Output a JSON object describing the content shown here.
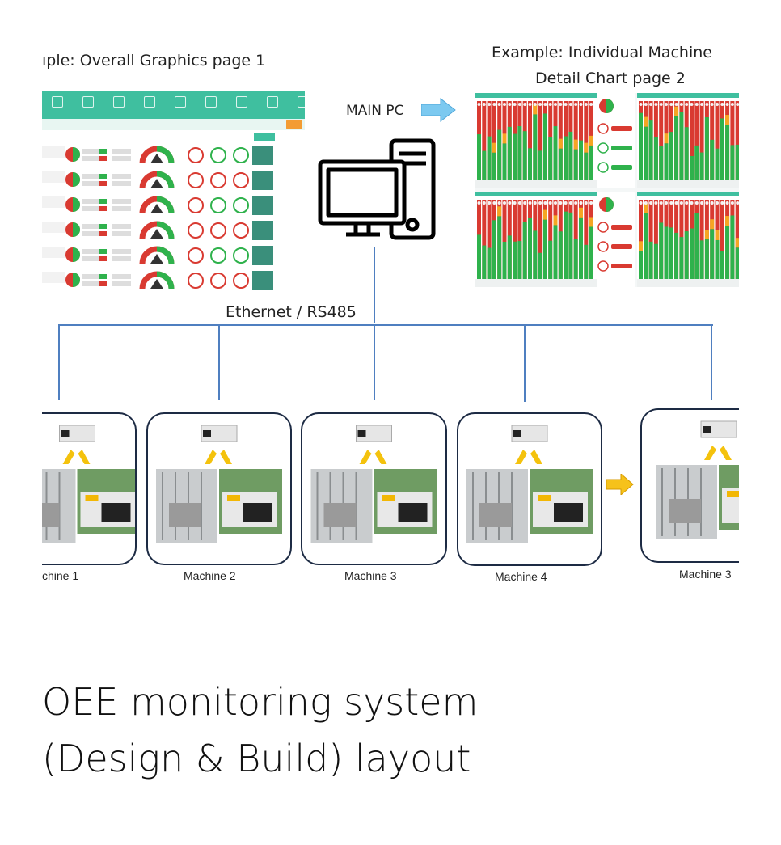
{
  "labels": {
    "overall": "ıple: Overall Graphics page 1",
    "detail_line1": "Example: Individual Machine",
    "detail_line2": "Detail Chart page 2",
    "main_pc": "MAIN PC",
    "network": "Ethernet / RS485"
  },
  "machines": [
    "chine 1",
    "Machine 2",
    "Machine 3",
    "Machine 4",
    "Machine 3"
  ],
  "caption": {
    "line1": "OEE monitoring system",
    "line2": "(Design & Build) layout"
  },
  "colors": {
    "teal": "#3fbf9f",
    "network_line": "#4f7fc0",
    "arrow_blue": "#6ec3f0",
    "arrow_yellow": "#f4c20d",
    "bar_red": "#d93a31",
    "bar_green": "#2fb24c",
    "bar_orange": "#f5a623"
  }
}
